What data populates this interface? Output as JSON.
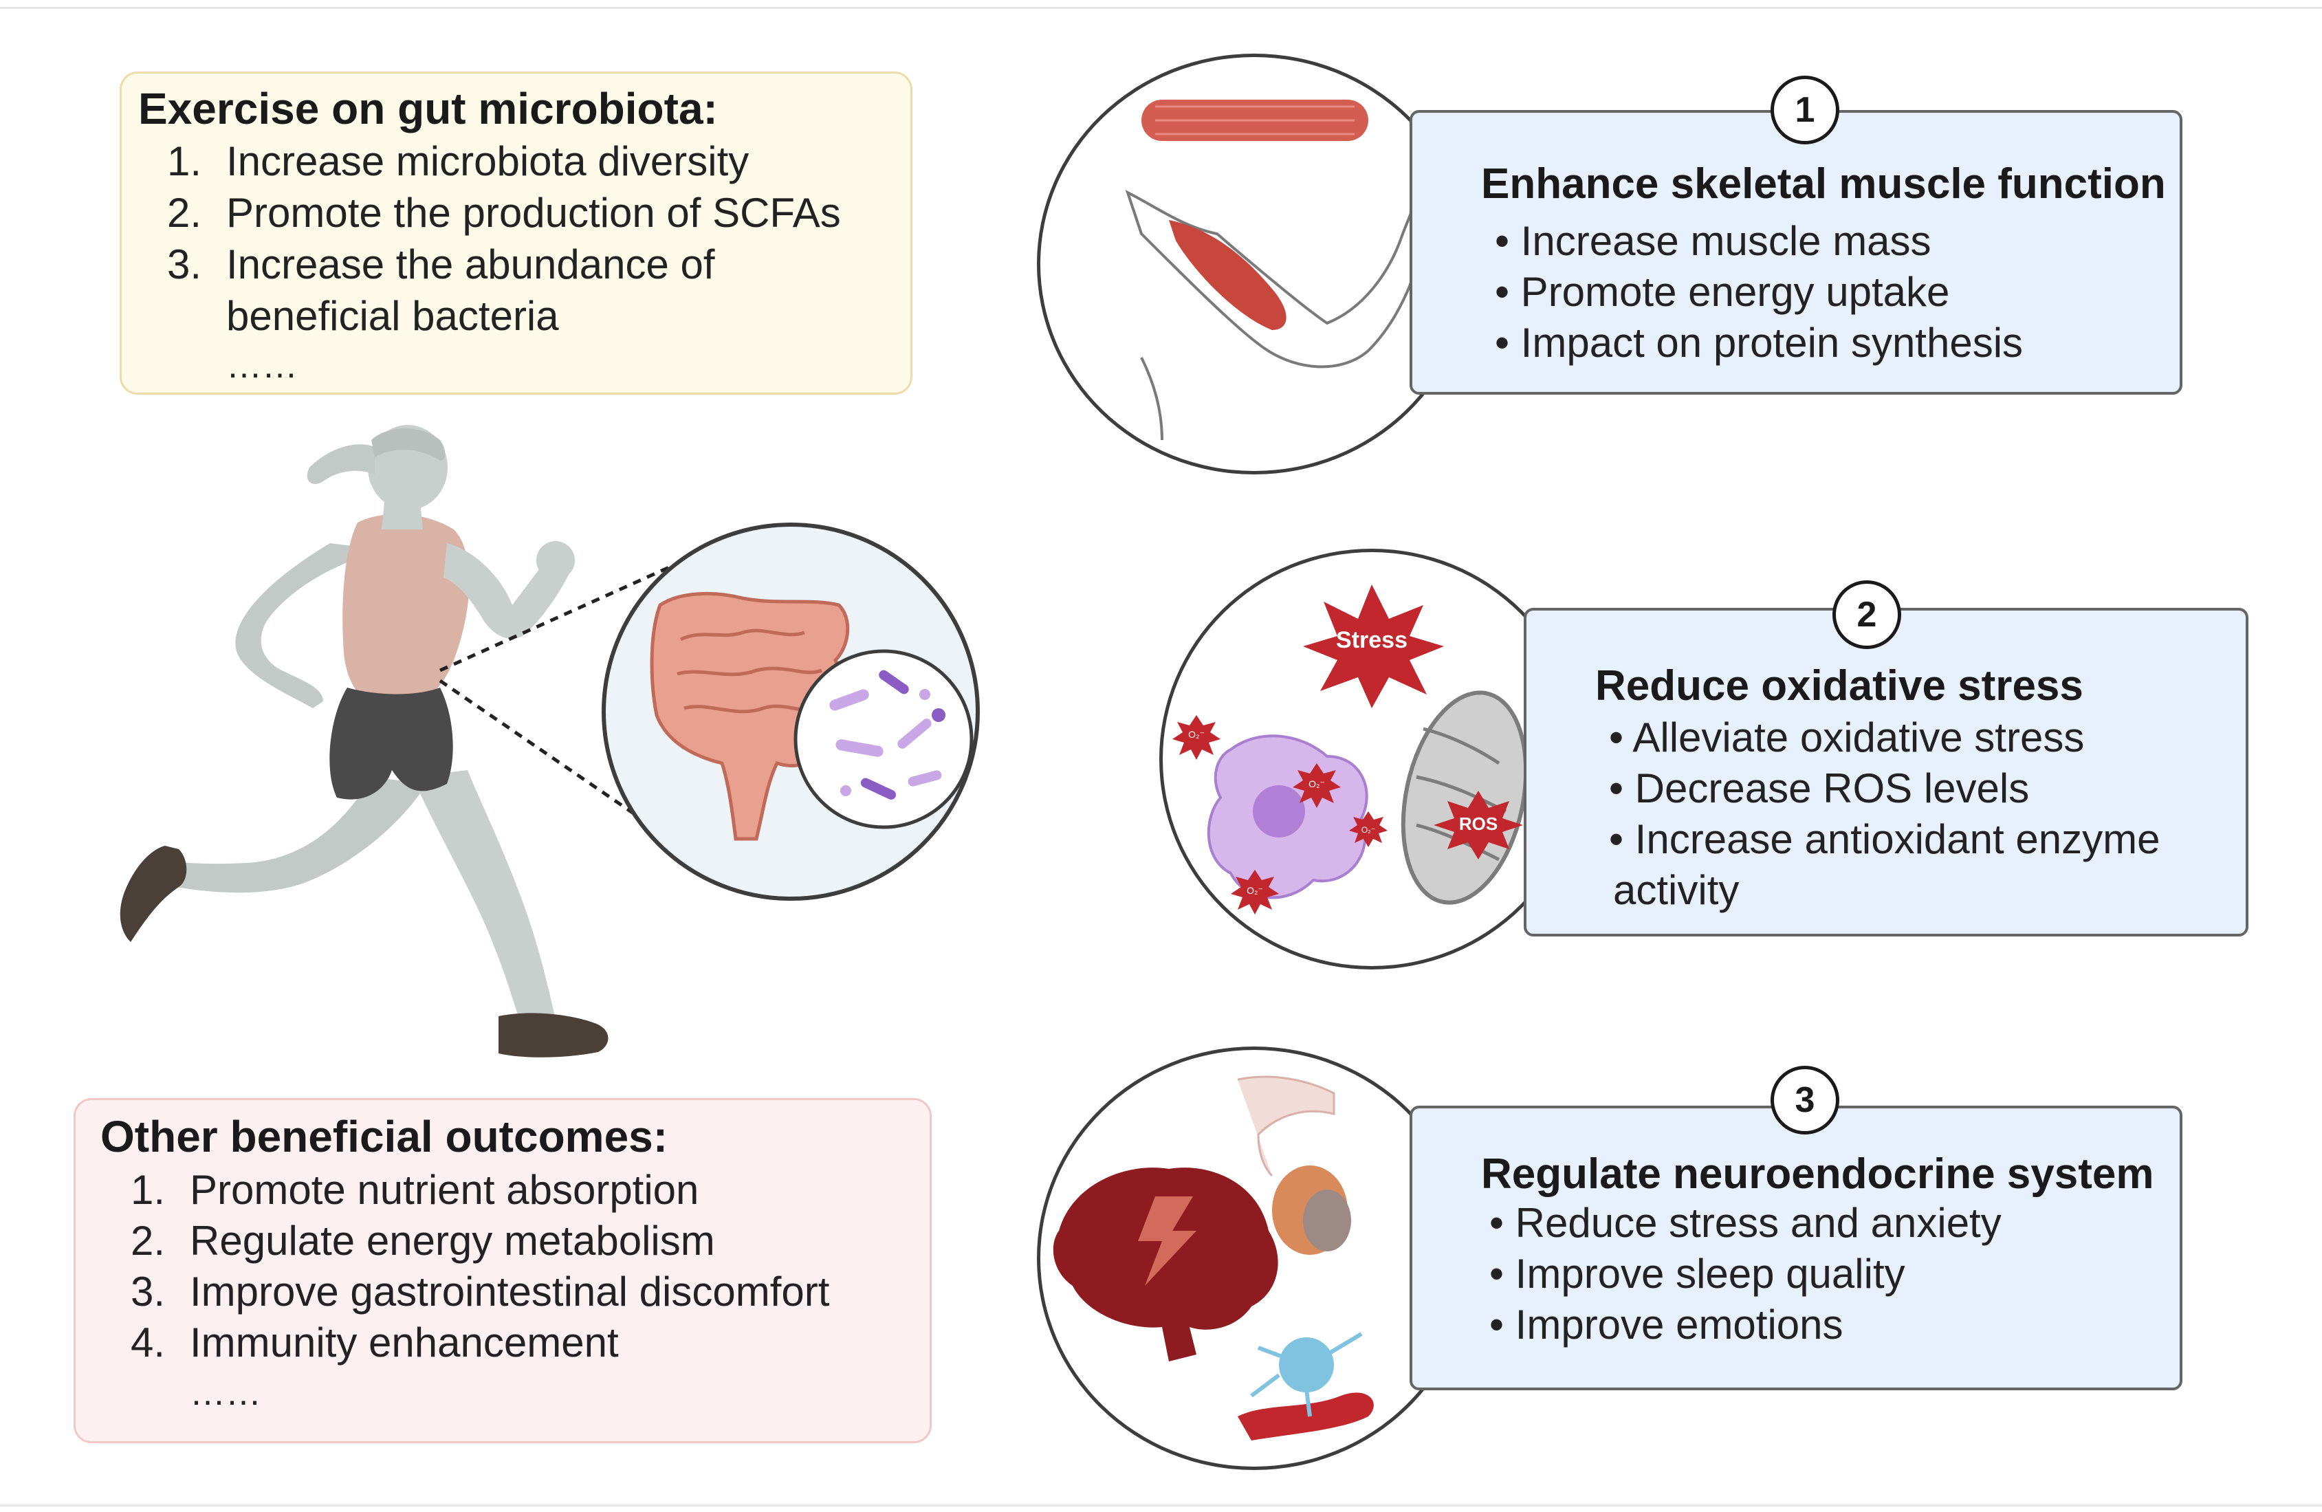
{
  "gut_box": {
    "title": "Exercise on gut microbiota:",
    "items": [
      {
        "num": "1.",
        "text": "Increase microbiota diversity"
      },
      {
        "num": "2.",
        "text": "Promote the production of SCFAs"
      },
      {
        "num": "3.",
        "text": "Increase the abundance of"
      }
    ],
    "item3_cont": "beneficial bacteria",
    "ellipsis": "……"
  },
  "outcomes_box": {
    "title": "Other beneficial outcomes:",
    "items": [
      {
        "num": "1.",
        "text": "Promote nutrient absorption"
      },
      {
        "num": "2.",
        "text": "Regulate energy metabolism"
      },
      {
        "num": "3.",
        "text": "Improve gastrointestinal discomfort"
      },
      {
        "num": "4.",
        "text": "Immunity enhancement"
      }
    ],
    "ellipsis": "……"
  },
  "panels": [
    {
      "number": "1",
      "title": "Enhance skeletal muscle function",
      "items": [
        "• Increase muscle mass",
        "• Promote energy uptake",
        "• Impact on protein synthesis"
      ]
    },
    {
      "number": "2",
      "title": "Reduce oxidative stress",
      "items": [
        "• Alleviate oxidative stress",
        "• Decrease ROS levels",
        "• Increase antioxidant enzyme"
      ],
      "item3_cont": "activity"
    },
    {
      "number": "3",
      "title": "Regulate neuroendocrine system",
      "items": [
        "• Reduce stress and anxiety",
        "• Improve sleep quality",
        "• Improve emotions"
      ]
    }
  ],
  "illustration_labels": {
    "stress": "Stress",
    "ros": "ROS",
    "superoxide": "O₂⁻"
  },
  "colors": {
    "panel_fill": "#e8f0fb",
    "panel_border": "#656565",
    "gut_box_fill": "#fdfaea",
    "outcomes_box_fill": "#fdf0f0",
    "stress_red": "#c1272d",
    "runner_skin": "#c9cfcd",
    "runner_top": "#d9b3a5",
    "runner_shorts": "#4a4a4a"
  }
}
